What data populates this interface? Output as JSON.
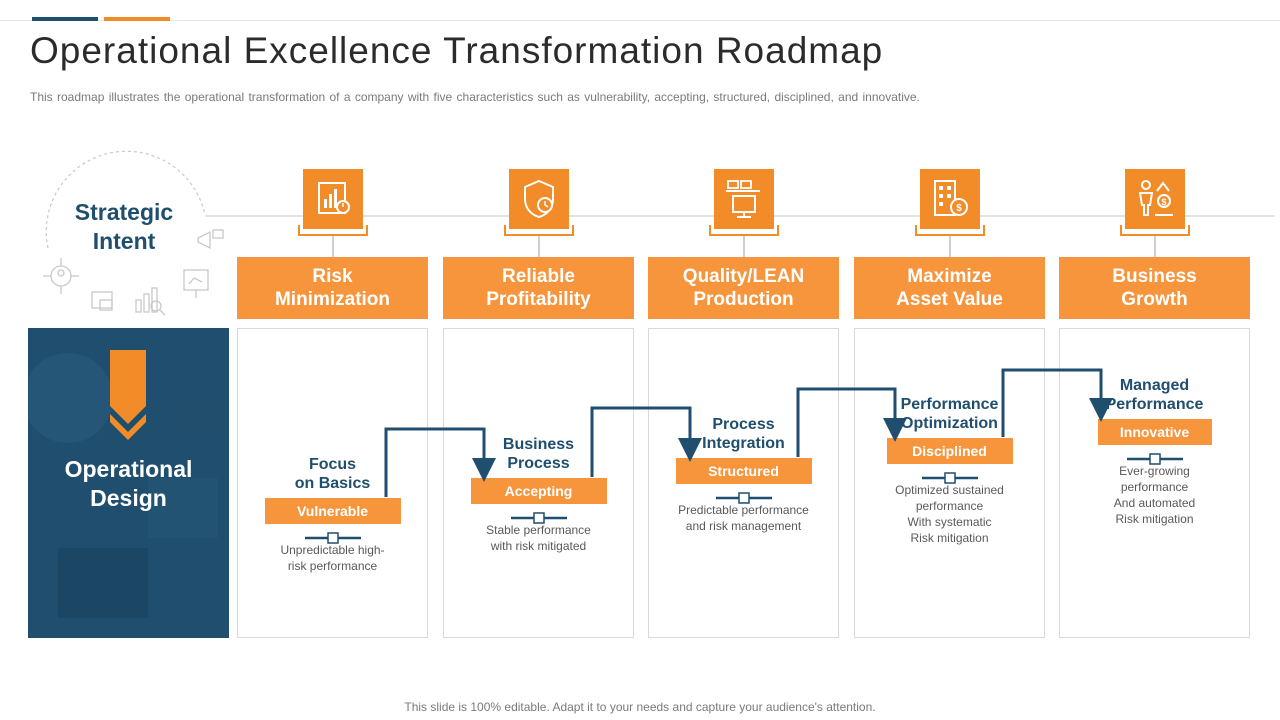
{
  "slide": {
    "title": "Operational Excellence Transformation Roadmap",
    "subtitle": "This roadmap illustrates the operational transformation of a company with five characteristics such as vulnerability,  accepting, structured, disciplined, and innovative.",
    "footer": "This slide is 100% editable. Adapt it to your needs and capture your audience's attention."
  },
  "strategic_intent": {
    "line1": "Strategic",
    "line2": "Intent"
  },
  "operational_design": {
    "line1": "Operational",
    "line2": "Design"
  },
  "colors": {
    "orange": "#f7953d",
    "navy": "#1f4e6e",
    "gray_border": "#d9d9d9"
  },
  "columns": [
    {
      "heading1": "Risk",
      "heading2": "Minimization",
      "icon": "chart-report-icon",
      "stage1": "Focus",
      "stage2": "on Basics",
      "tag": "Vulnerable",
      "desc": [
        "Unpredictable high-",
        "risk performance"
      ]
    },
    {
      "heading1": "Reliable",
      "heading2": "Profitability",
      "icon": "shield-clock-icon",
      "stage1": "Business",
      "stage2": "Process",
      "tag": "Accepting",
      "desc": [
        "Stable performance",
        "with risk mitigated"
      ]
    },
    {
      "heading1": "Quality/LEAN",
      "heading2": "Production",
      "icon": "conveyor-monitor-icon",
      "stage1": "Process",
      "stage2": "Integration",
      "tag": "Structured",
      "desc": [
        "Predictable performance",
        "and risk management"
      ]
    },
    {
      "heading1": "Maximize",
      "heading2": "Asset Value",
      "icon": "building-dollar-icon",
      "stage1": "Performance",
      "stage2": "Optimization",
      "tag": "Disciplined",
      "desc": [
        "Optimized sustained",
        "performance",
        "With systematic",
        "Risk mitigation"
      ]
    },
    {
      "heading1": "Business",
      "heading2": "Growth",
      "icon": "person-growth-icon",
      "stage1": "Managed",
      "stage2": "Performance",
      "tag": "Innovative",
      "desc": [
        "Ever-growing",
        "performance",
        "And automated",
        "Risk mitigation"
      ]
    }
  ]
}
